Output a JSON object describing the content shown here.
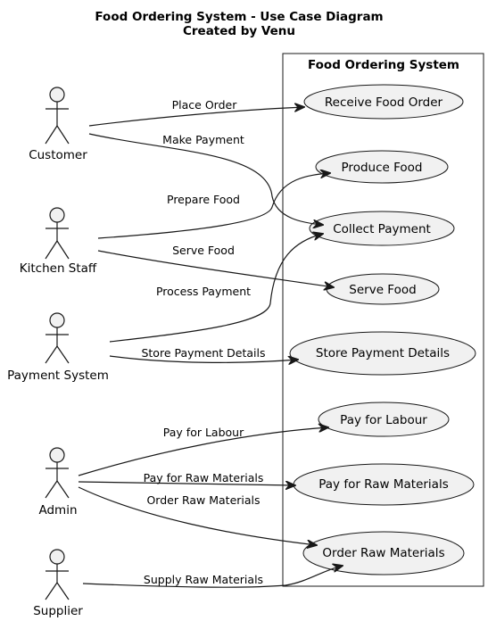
{
  "diagram": {
    "title_line1": "Food Ordering System - Use Case Diagram",
    "title_line2": "Created by Venu",
    "system_name": "Food Ordering System",
    "actors": {
      "customer": "Customer",
      "kitchen_staff": "Kitchen Staff",
      "payment_system": "Payment System",
      "admin": "Admin",
      "supplier": "Supplier"
    },
    "use_cases": {
      "receive_food_order": "Receive Food Order",
      "produce_food": "Produce Food",
      "collect_payment": "Collect Payment",
      "serve_food": "Serve Food",
      "store_payment_details": "Store Payment Details",
      "pay_for_labour": "Pay for Labour",
      "pay_for_raw_materials": "Pay for Raw Materials",
      "order_raw_materials": "Order Raw Materials"
    },
    "relations": {
      "place_order": "Place Order",
      "make_payment": "Make Payment",
      "prepare_food": "Prepare Food",
      "serve_food": "Serve Food",
      "process_payment": "Process Payment",
      "store_payment_details": "Store Payment Details",
      "pay_for_labour": "Pay for Labour",
      "pay_for_raw_materials": "Pay for Raw Materials",
      "order_raw_materials": "Order Raw Materials",
      "supply_raw_materials": "Supply Raw Materials"
    }
  }
}
